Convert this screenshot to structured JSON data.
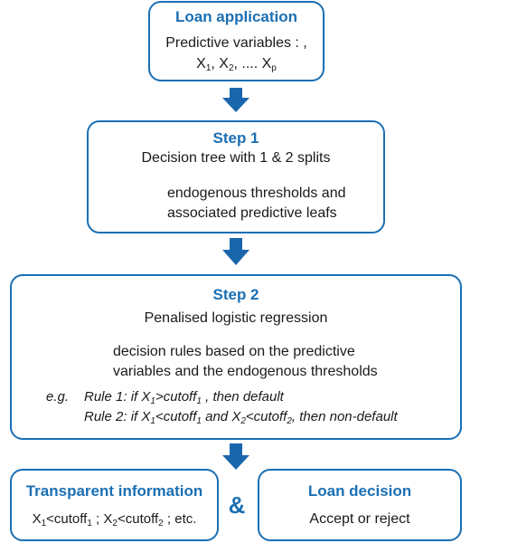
{
  "loan_app": {
    "title": "Loan application",
    "line1": "Predictive variables : ,",
    "vars": [
      {
        "base": "X",
        "sub": "1",
        "after": ", "
      },
      {
        "base": "X",
        "sub": "2",
        "after": ", .... "
      },
      {
        "base": "X",
        "sub": "p",
        "after": ""
      }
    ]
  },
  "step1": {
    "title": "Step 1",
    "subtitle": "Decision tree with 1 & 2 splits",
    "arrow_text_1": "endogenous thresholds and",
    "arrow_text_2": "associated predictive leafs"
  },
  "step2": {
    "title": "Step 2",
    "subtitle": "Penalised logistic regression",
    "arrow_text_1": "decision rules based on the predictive",
    "arrow_text_2": "variables and the endogenous thresholds",
    "eg_label": "e.g.",
    "rule1": {
      "a": "Rule 1: if X",
      "a_sub": "1",
      "b": ">cutoff",
      "b_sub": "1",
      "c": " , then default"
    },
    "rule2": {
      "a": "Rule 2: if X",
      "a_sub": "1",
      "b": "<cutoff",
      "b_sub": "1",
      "c": " and X",
      "c_sub": "2",
      "d": "<cutoff",
      "d_sub": "2",
      "e": ", then non-default"
    }
  },
  "transparent": {
    "title": "Transparent information",
    "x1": "X",
    "x1_sub": "1",
    "c1": "<cutoff",
    "c1_sub": "1",
    "sep": " ; ",
    "x2": "X",
    "x2_sub": "2",
    "c2": "<cutoff",
    "c2_sub": "2",
    "tail": " ; etc."
  },
  "ampersand": "&",
  "loan_decision": {
    "title": "Loan decision",
    "text": "Accept or reject"
  },
  "colors": {
    "accent": "#1b6fb3",
    "arrow": "#1a66ad"
  }
}
